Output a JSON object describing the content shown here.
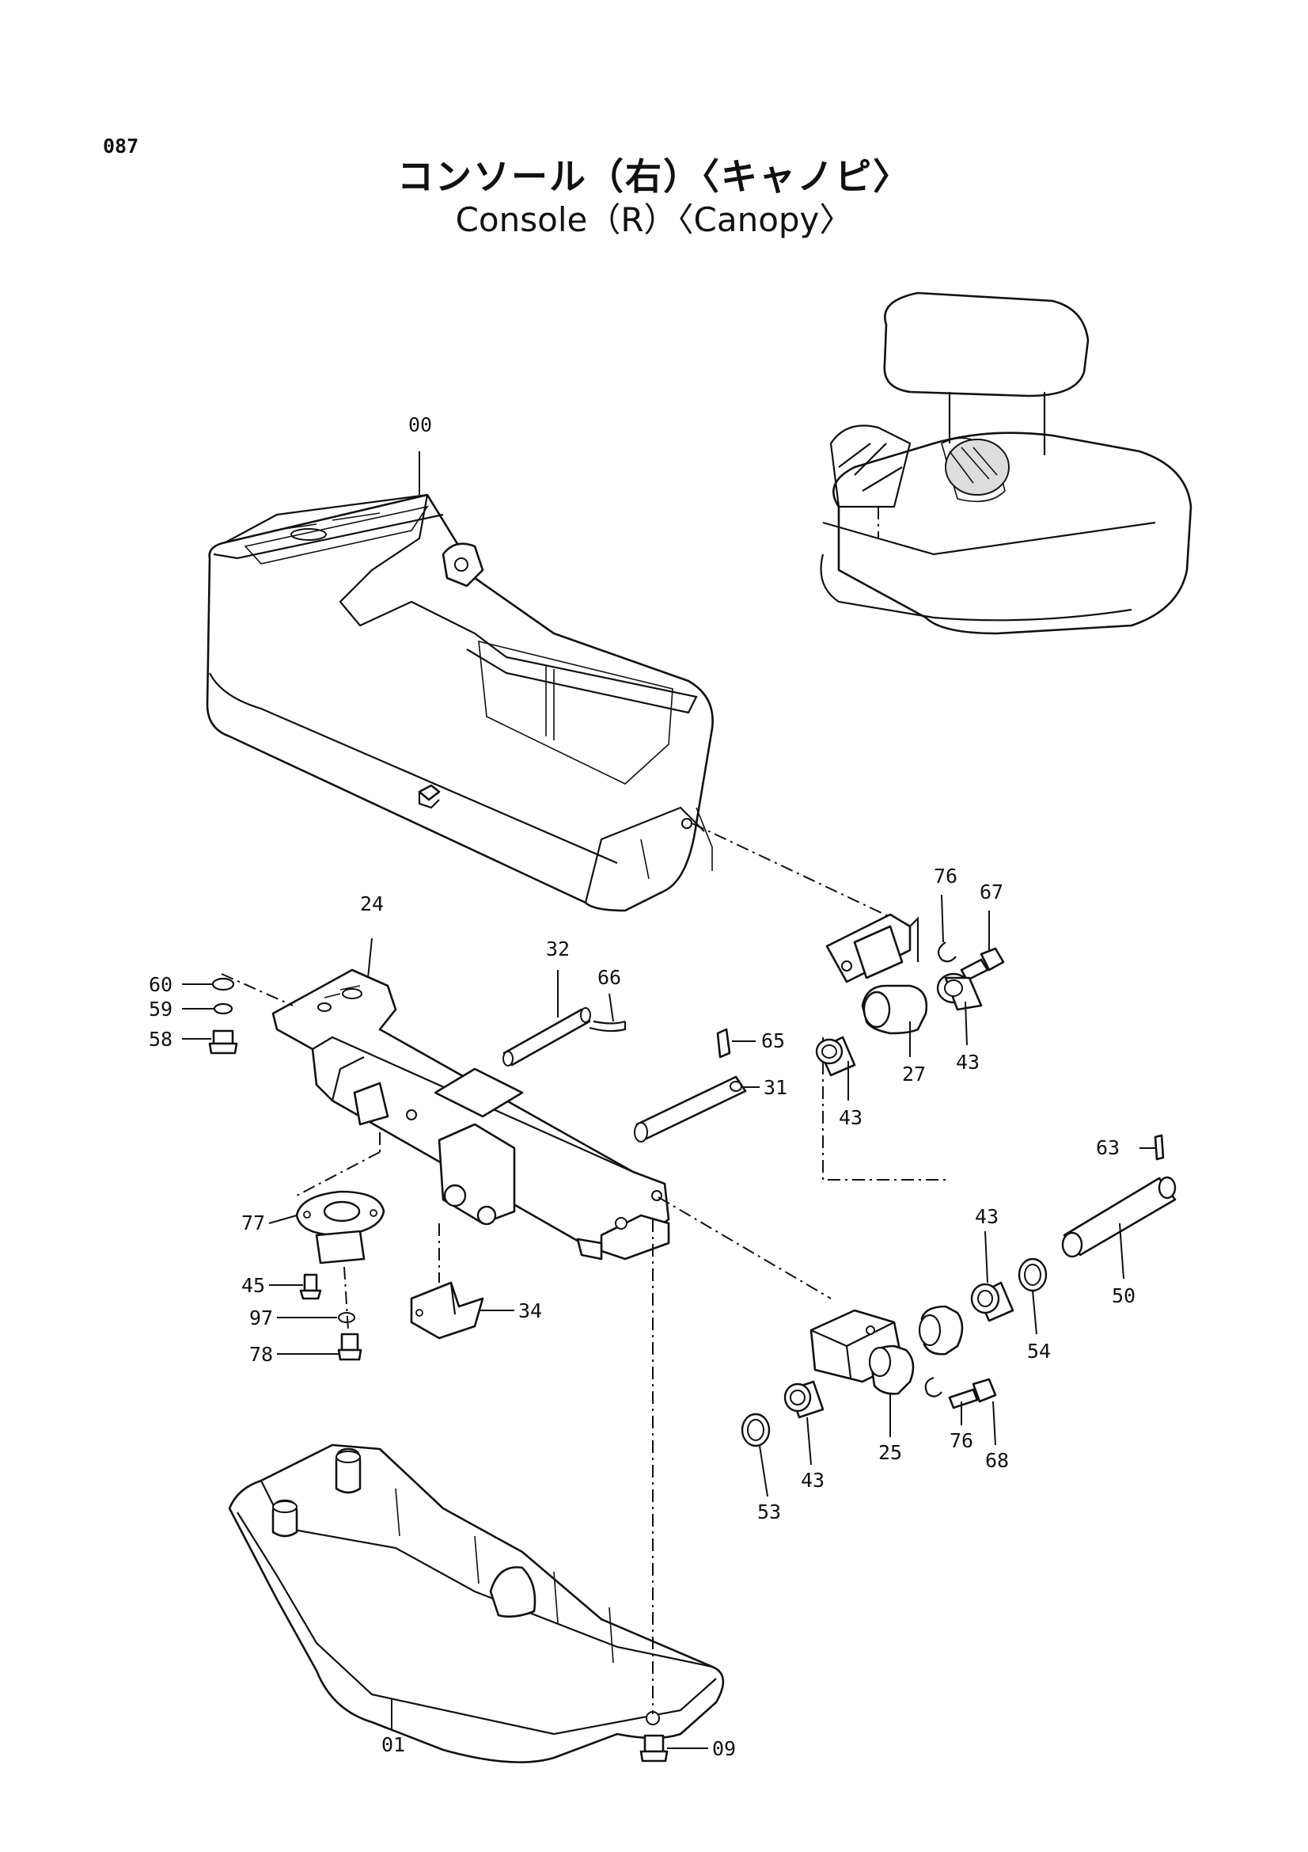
{
  "page": {
    "number": "087"
  },
  "title": {
    "japanese": "コンソール（右）〈キャノピ〉",
    "english": "Console（R）〈Canopy〉"
  },
  "parts": [
    {
      "id": "00"
    },
    {
      "id": "24"
    },
    {
      "id": "60"
    },
    {
      "id": "59"
    },
    {
      "id": "58"
    },
    {
      "id": "32"
    },
    {
      "id": "66"
    },
    {
      "id": "65"
    },
    {
      "id": "31"
    },
    {
      "id": "76"
    },
    {
      "id": "67"
    },
    {
      "id": "43"
    },
    {
      "id": "27"
    },
    {
      "id": "63"
    },
    {
      "id": "50"
    },
    {
      "id": "54"
    },
    {
      "id": "77"
    },
    {
      "id": "45"
    },
    {
      "id": "97"
    },
    {
      "id": "78"
    },
    {
      "id": "34"
    },
    {
      "id": "25"
    },
    {
      "id": "68"
    },
    {
      "id": "53"
    },
    {
      "id": "01"
    },
    {
      "id": "09"
    }
  ]
}
